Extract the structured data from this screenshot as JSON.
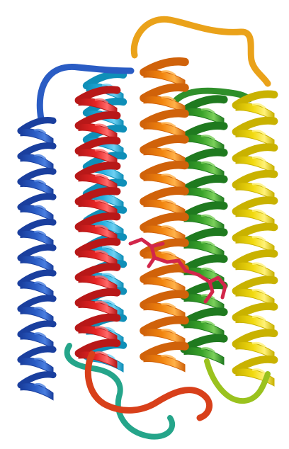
{
  "image": {
    "subject": "protein-helix-bundle-ribbon",
    "background_color": "#ffffff",
    "ligand_color": "#d2264a",
    "helices": [
      {
        "name": "helix-1",
        "colors": [
          "#1a3f9e",
          "#2a5cc4",
          "#4a7fe0"
        ]
      },
      {
        "name": "helix-2",
        "colors": [
          "#0f8fb8",
          "#22aee0",
          "#6fd0f2"
        ]
      },
      {
        "name": "helix-3",
        "colors": [
          "#b81818",
          "#e52424",
          "#ff6a6a"
        ]
      },
      {
        "name": "helix-4",
        "colors": [
          "#d0620a",
          "#f2850e",
          "#ffb24a"
        ]
      },
      {
        "name": "helix-5",
        "colors": [
          "#1f7a1f",
          "#3aa32a",
          "#7bd05a"
        ]
      },
      {
        "name": "helix-6",
        "colors": [
          "#c9b200",
          "#f2da10",
          "#fff27a"
        ]
      }
    ],
    "loops": [
      {
        "name": "loop-blue-top",
        "color": "#2a5cc4"
      },
      {
        "name": "loop-orange-top",
        "color": "#eaa21a"
      },
      {
        "name": "loop-green-top",
        "color": "#2f8f2a"
      },
      {
        "name": "loop-teal-bottom",
        "color": "#25a58a"
      },
      {
        "name": "loop-red-bottom",
        "color": "#d8401a"
      },
      {
        "name": "loop-yellowgreen-bottom",
        "color": "#9ac21e"
      }
    ]
  }
}
